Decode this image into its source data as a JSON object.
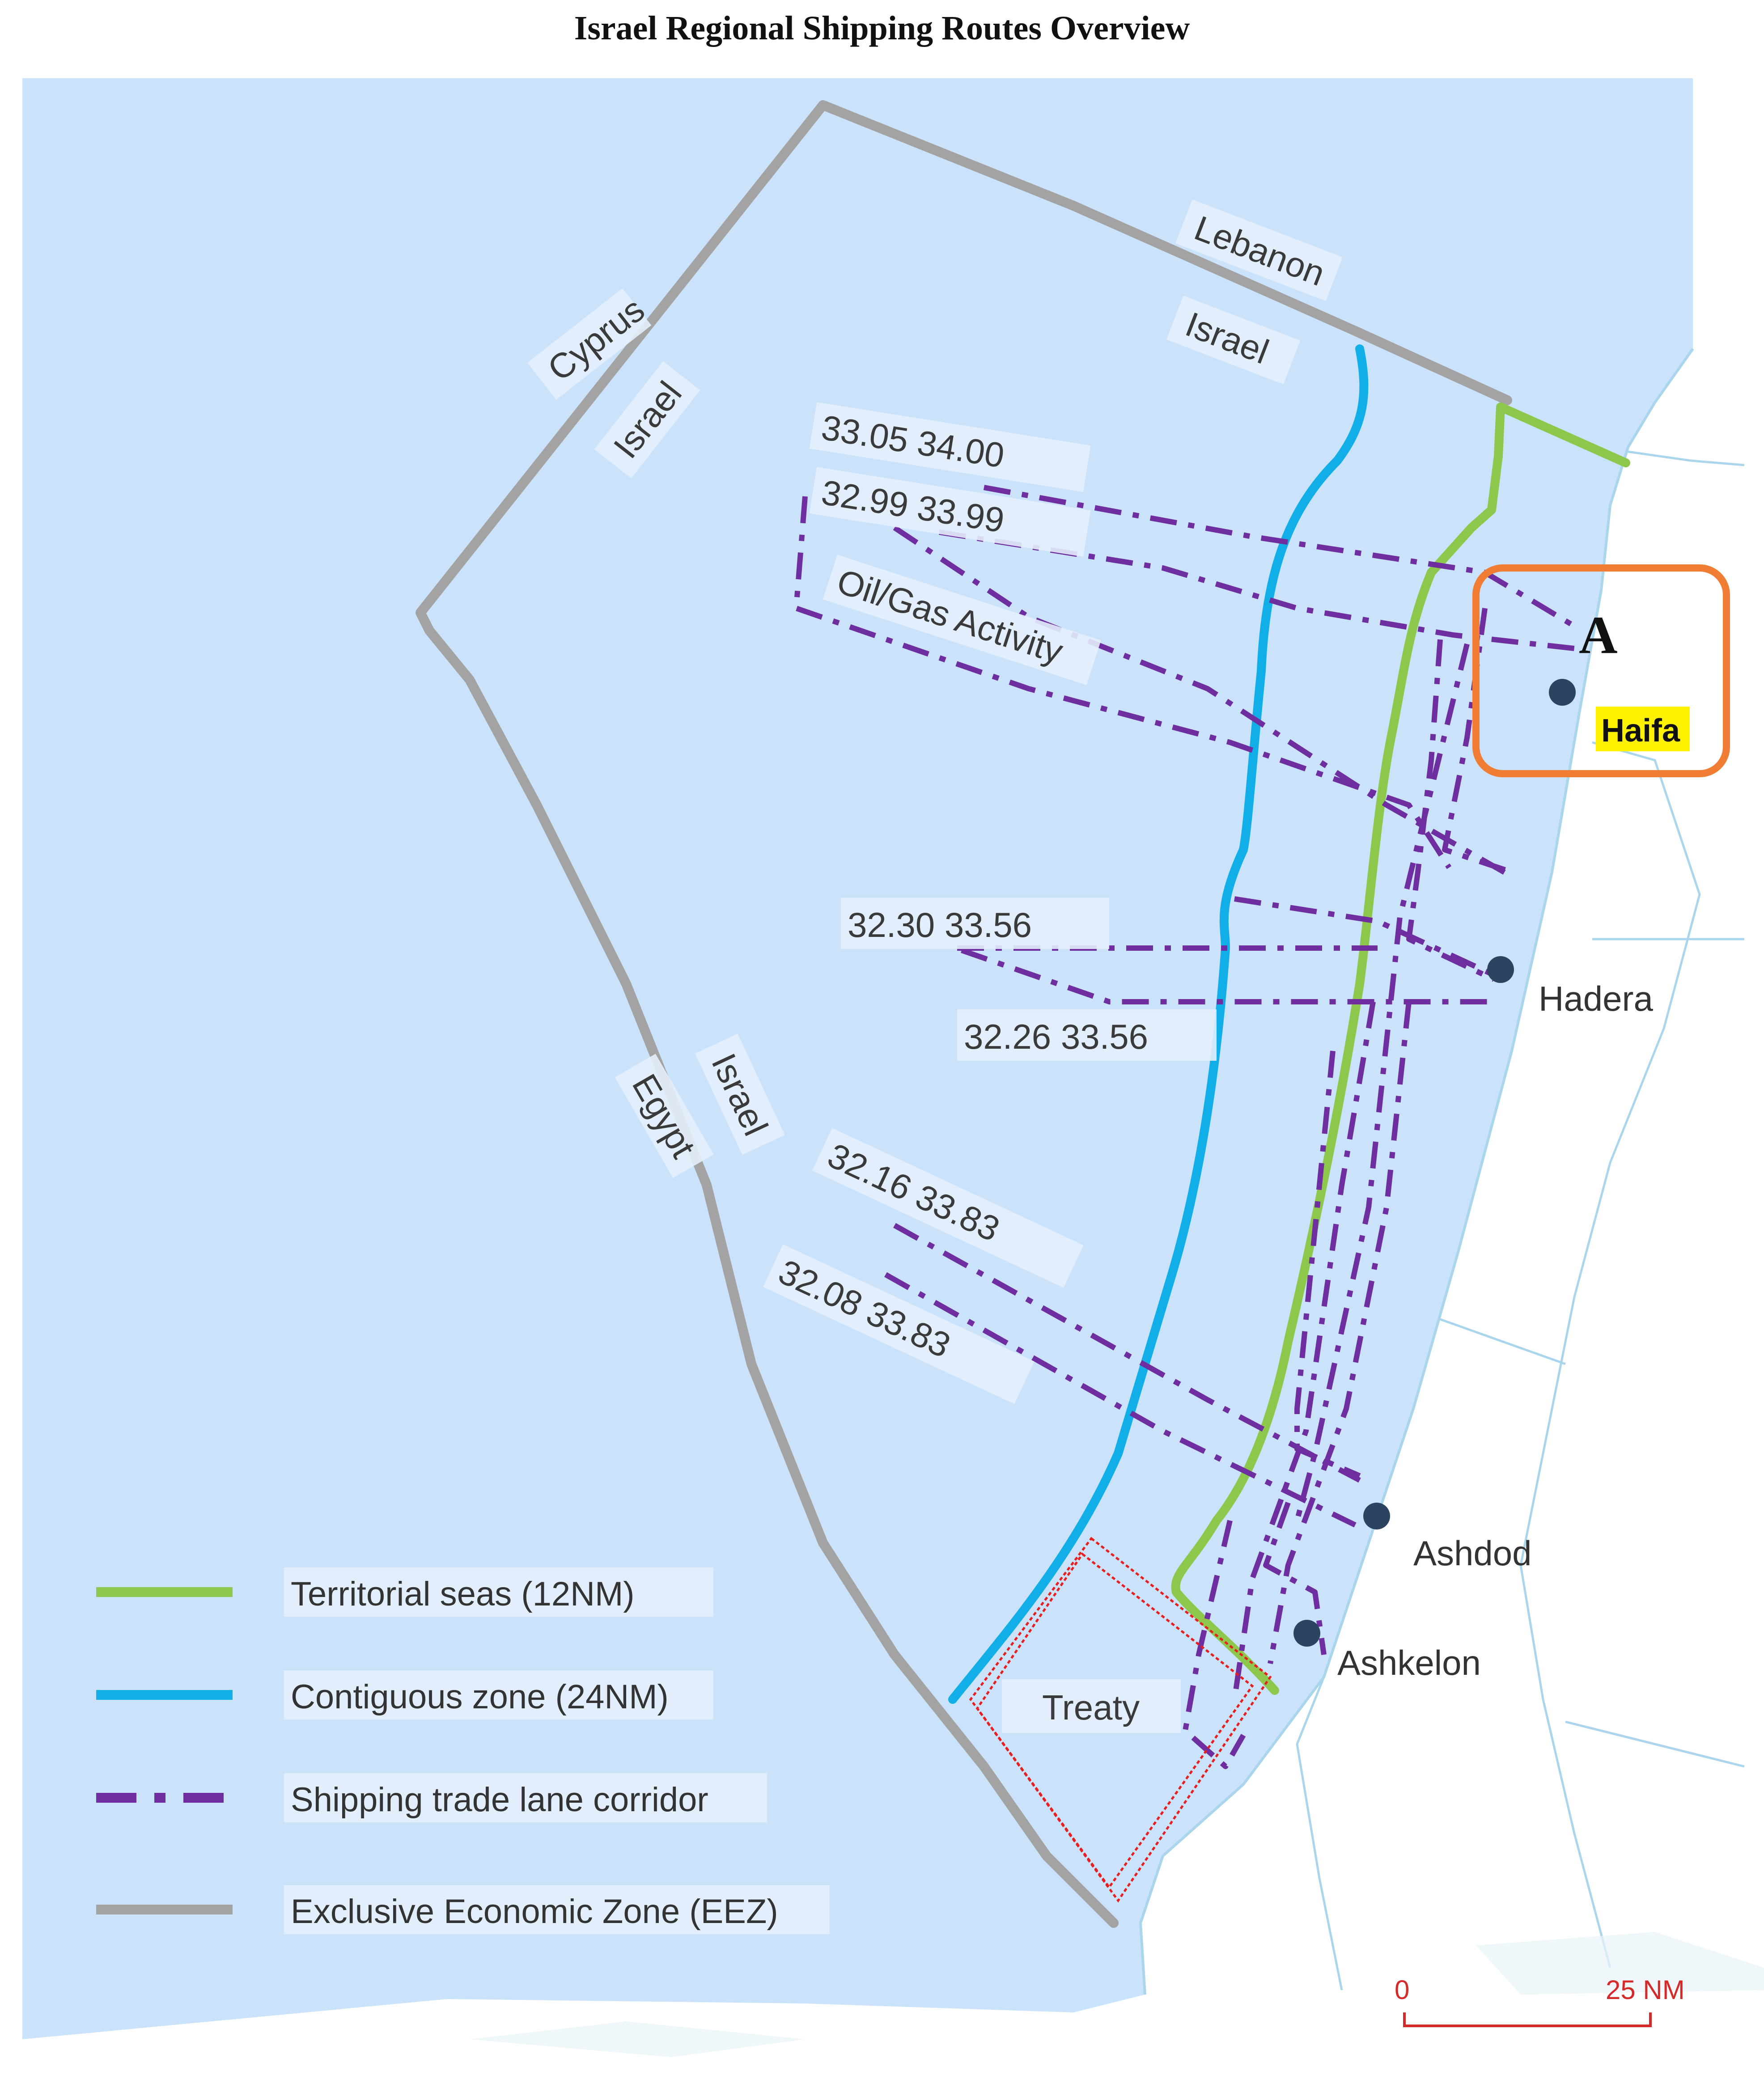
{
  "title": "Israel Regional Shipping Routes Overview",
  "colors": {
    "sea": "#cae3fb",
    "land": "#ffffff",
    "coastline": "#a9d6ec",
    "territorial": "#8dc84d",
    "contiguous": "#12aee8",
    "shipping": "#6e2ea0",
    "eez": "#a3a3a3",
    "treaty": "#e62020",
    "highlight_box": "#f07d33",
    "highlight_label_bg": "#fff200",
    "city_dot": "#2b4460",
    "scale": "#d42a2a"
  },
  "borders": {
    "lebanon": "Lebanon",
    "israel_north": "Israel",
    "cyprus": "Cyprus",
    "israel_west": "Israel",
    "egypt": "Egypt",
    "israel_south": "Israel"
  },
  "coordinates": {
    "c1": "33.05 34.00",
    "c2": "32.99 33.99",
    "c3": "32.30 33.56",
    "c4": "32.26 33.56",
    "c5": "32.16 33.83",
    "c6": "32.08 33.83"
  },
  "areas": {
    "oil_gas": "Oil/Gas Activity",
    "treaty": "Treaty"
  },
  "highlight": {
    "marker": "A",
    "label": "Haifa"
  },
  "cities": {
    "hadera": "Hadera",
    "ashdod": "Ashdod",
    "ashkelon": "Ashkelon"
  },
  "legend": {
    "items": [
      {
        "label": "Territorial seas (12NM)",
        "symbol": "territorial"
      },
      {
        "label": "Contiguous zone (24NM)",
        "symbol": "contiguous"
      },
      {
        "label": "Shipping trade lane corridor",
        "symbol": "shipping"
      },
      {
        "label": "Exclusive Economic Zone (EEZ)",
        "symbol": "eez"
      }
    ]
  },
  "scale_bar": {
    "start": "0",
    "end": "25 NM"
  }
}
